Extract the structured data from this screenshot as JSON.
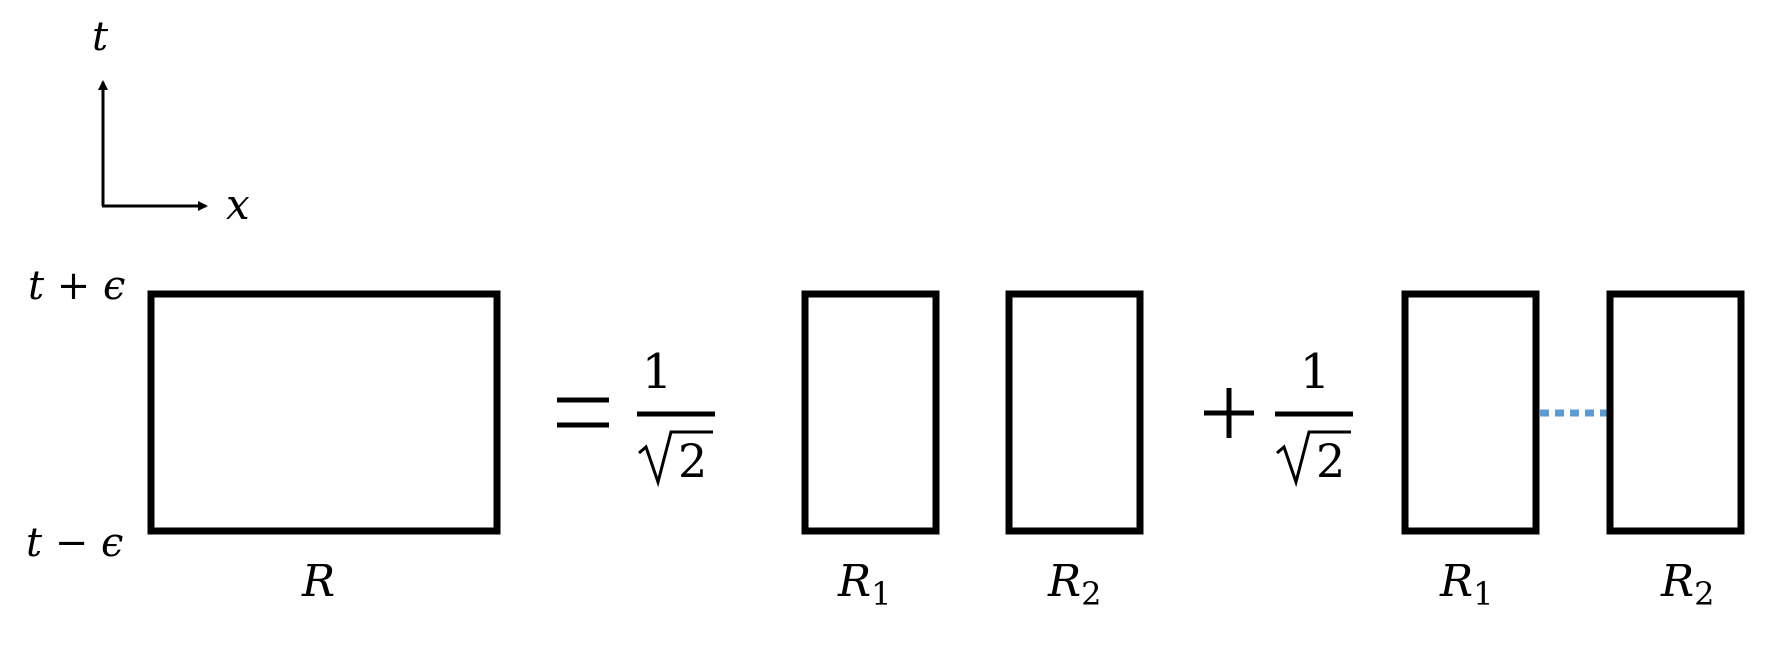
{
  "axes": {
    "vertical_label": "t",
    "horizontal_label": "x"
  },
  "time_labels": {
    "upper": "t + ϵ",
    "lower": "t − ϵ"
  },
  "region": {
    "label": "R"
  },
  "coefficient": {
    "numerator": "1",
    "radicand": "2"
  },
  "subregions": {
    "base": "R",
    "first_index": "1",
    "second_index": "2"
  },
  "colors": {
    "stroke": "#000000",
    "connection": "#5b9bd5"
  }
}
